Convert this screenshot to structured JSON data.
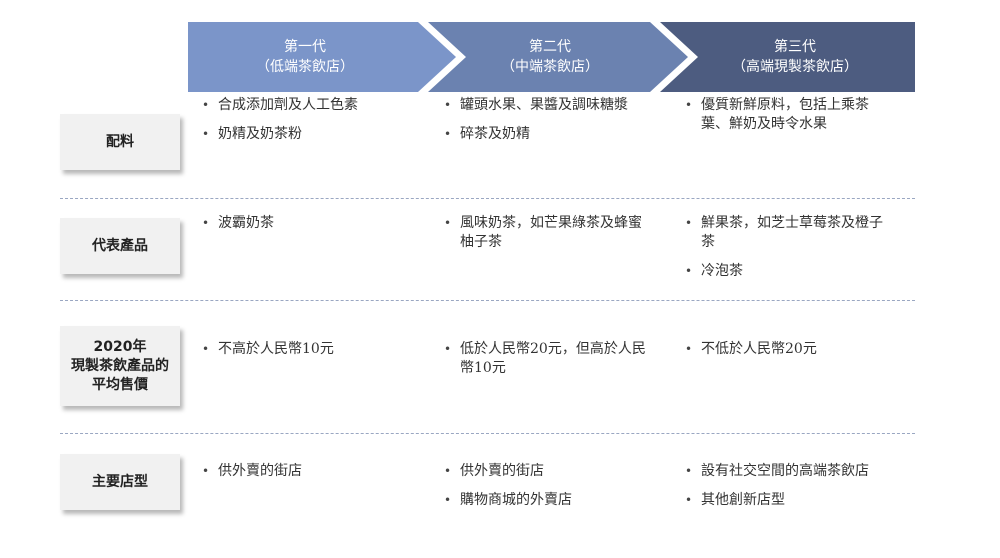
{
  "generations": [
    {
      "line1": "第一代",
      "line2": "（低端茶飲店）",
      "color": "#7b95c9"
    },
    {
      "line1": "第二代",
      "line2": "（中端茶飲店）",
      "color": "#6b82b0"
    },
    {
      "line1": "第三代",
      "line2": "（高端現製茶飲店）",
      "color": "#4d5c80"
    }
  ],
  "rows": [
    {
      "label": "配料",
      "cells": [
        [
          "合成添加劑及人工色素",
          "奶精及奶茶粉"
        ],
        [
          "罐頭水果、果醬及調味糖漿",
          "碎茶及奶精"
        ],
        [
          "優質新鮮原料，包括上乘茶葉、鮮奶及時令水果"
        ]
      ]
    },
    {
      "label": "代表產品",
      "cells": [
        [
          "波霸奶茶"
        ],
        [
          "風味奶茶，如芒果綠茶及蜂蜜柚子茶"
        ],
        [
          "鮮果茶，如芝士草莓茶及橙子茶",
          "冷泡茶"
        ]
      ]
    },
    {
      "label": "2020年\n現製茶飲產品的\n平均售價",
      "cells": [
        [
          "不高於人民幣10元"
        ],
        [
          "低於人民幣20元，但高於人民幣10元"
        ],
        [
          "不低於人民幣20元"
        ]
      ]
    },
    {
      "label": "主要店型",
      "cells": [
        [
          "供外賣的街店"
        ],
        [
          "供外賣的街店",
          "購物商城的外賣店"
        ],
        [
          "設有社交空間的高端茶飲店",
          "其他創新店型"
        ]
      ]
    }
  ]
}
